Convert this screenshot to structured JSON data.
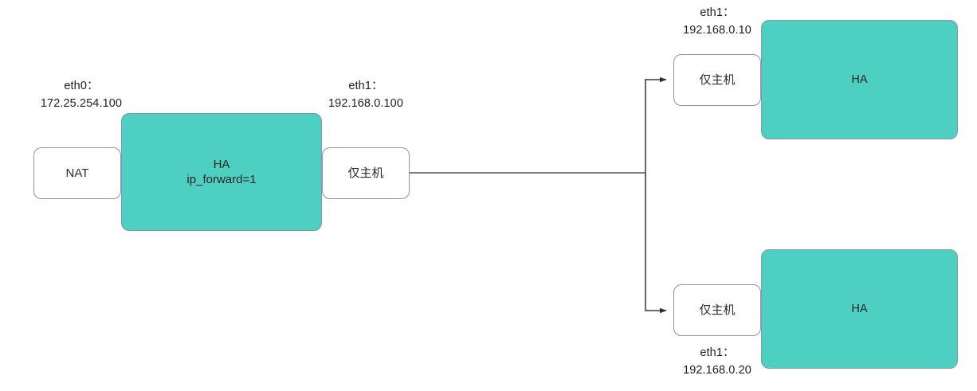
{
  "diagram": {
    "title": "network-topology",
    "colors": {
      "host_fill": "#4dd0c1",
      "node_border": "#8c92b8",
      "edge_stroke": "#6b6b6b",
      "text": "#1f1f1f",
      "background": "#ffffff"
    },
    "labels": {
      "gateway_eth0": "eth0：\n172.25.254.100",
      "gateway_eth1": "eth1：\n192.168.0.100",
      "node1_eth1": "eth1：\n192.168.0.10",
      "node2_eth1": "eth1：\n192.168.0.20"
    },
    "nodes": {
      "nat_adapter": "NAT",
      "gateway_host": "HA\nip_forward=1",
      "gateway_hostonly_adapter": "仅主机",
      "node1_hostonly_adapter": "仅主机",
      "node1_host": "HA",
      "node2_hostonly_adapter": "仅主机",
      "node2_host": "HA"
    }
  }
}
